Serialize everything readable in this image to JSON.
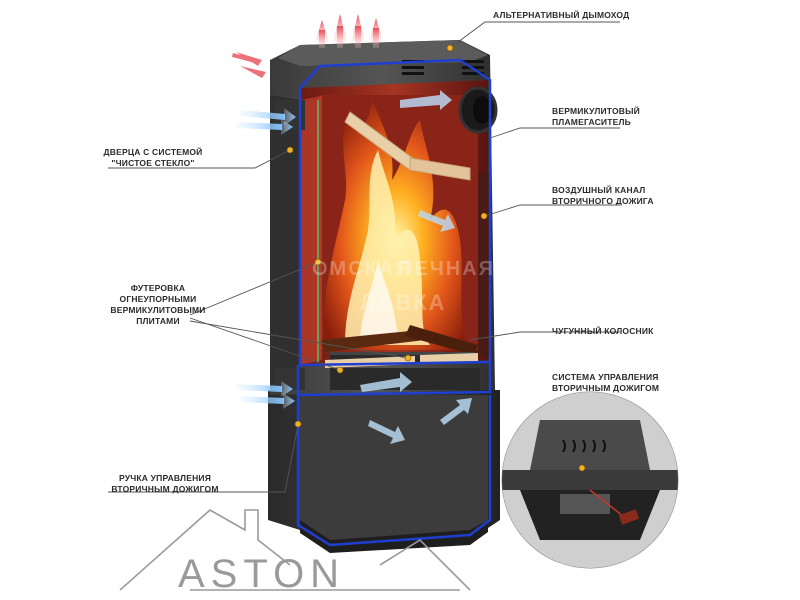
{
  "labels": {
    "chimney": "АЛЬТЕРНАТИВНЫЙ ДЫМОХОД",
    "door": "ДВЕРЦА С СИСТЕМОЙ\n\"ЧИСТОЕ СТЕКЛО\"",
    "vermiculite_deflector": "ВЕРМИКУЛИТОВЫЙ\nПЛАМЕГАСИТЕЛЬ",
    "air_channel": "ВОЗДУШНЫЙ КАНАЛ\nВТОРИЧНОГО ДОЖИГА",
    "lining": "ФУТЕРОВКА\nОГНЕУПОРНЫМИ\nВЕРМИКУЛИТОВЫМИ\nПЛИТАМИ",
    "grate": "ЧУГУННЫЙ КОЛОСНИК",
    "control_system": "СИСТЕМА УПРАВЛЕНИЯ\nВТОРИЧНЫМ ДОЖИГОМ",
    "handle": "РУЧКА УПРАВЛЕНИЯ\nВТОРИЧНЫМ ДОЖИГОМ"
  },
  "logo": {
    "text": "ASTON"
  },
  "watermark": {
    "line1": "ОМСКАЯ",
    "line2": "ПЕЧНАЯ",
    "line3": "ЛАВКА"
  }
}
